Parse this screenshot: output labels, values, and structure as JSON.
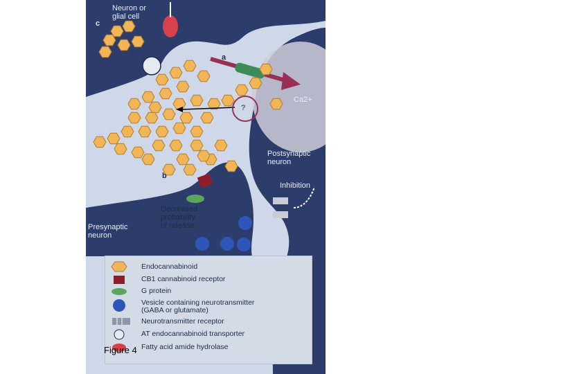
{
  "figure": {
    "caption": "Figure 4",
    "labels": {
      "neuron_glial": "Neuron or\nglial cell",
      "c": "c",
      "a": "a",
      "b": "b",
      "ca": "Ca2+",
      "question": "?",
      "postsynaptic": "Postsynaptic\nneuron",
      "inhibition": "Inhibition",
      "decreased": "Decreased\nprobability\nof release",
      "presynaptic": "Presynaptic\nneuron"
    },
    "legend": [
      {
        "icon": "endocannabinoid-icon",
        "text": "Endocannabinoid"
      },
      {
        "icon": "cb1-receptor-icon",
        "text": "CB1 cannabinoid receptor"
      },
      {
        "icon": "g-protein-icon",
        "text": "G protein"
      },
      {
        "icon": "vesicle-icon",
        "text": "Vesicle containing neurotransmitter\n(GABA or glutamate)"
      },
      {
        "icon": "neurotransmitter-receptor-icon",
        "text": "Neurotransmitter receptor"
      },
      {
        "icon": "transporter-icon",
        "text": "AT endocannabinoid transporter"
      },
      {
        "icon": "faah-icon",
        "text": "Fatty acid amide hydrolase"
      }
    ],
    "colors": {
      "cell": "#2c3d6b",
      "background": "#cfd8e8",
      "endocannabinoid": "#f1b658",
      "receptor": "#8d1e2a",
      "gprotein": "#5aa65a",
      "vesicle": "#2e56b8",
      "faah": "#d8404a"
    }
  }
}
